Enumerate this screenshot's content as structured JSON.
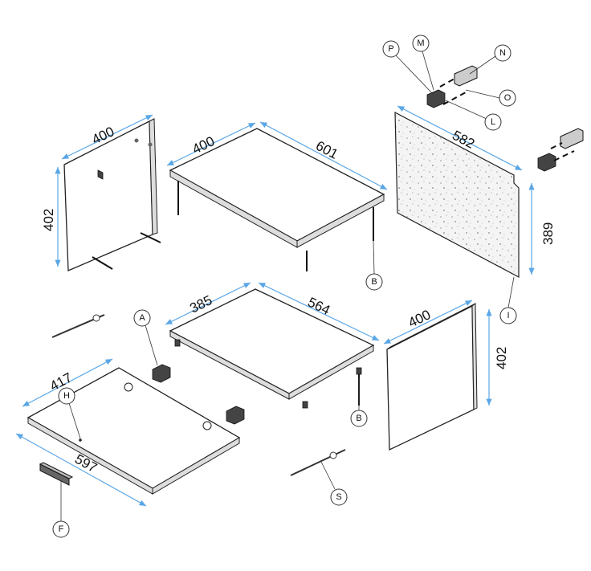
{
  "dimensions": {
    "left_side_width": "400",
    "left_side_height": "402",
    "top_depth": "400",
    "top_width": "601",
    "back_width": "582",
    "back_height": "389",
    "shelf_depth": "385",
    "shelf_width": "564",
    "right_side_width": "400",
    "right_side_height": "402",
    "bottom_depth": "417",
    "bottom_width": "597"
  },
  "callouts": {
    "p": "P",
    "m": "M",
    "n": "N",
    "o": "O",
    "l": "L",
    "b1": "B",
    "i": "I",
    "a": "A",
    "b2": "B",
    "h": "H",
    "f": "F",
    "s": "S"
  },
  "colors": {
    "dimension": "#5aa6e6",
    "outline": "#222222"
  }
}
